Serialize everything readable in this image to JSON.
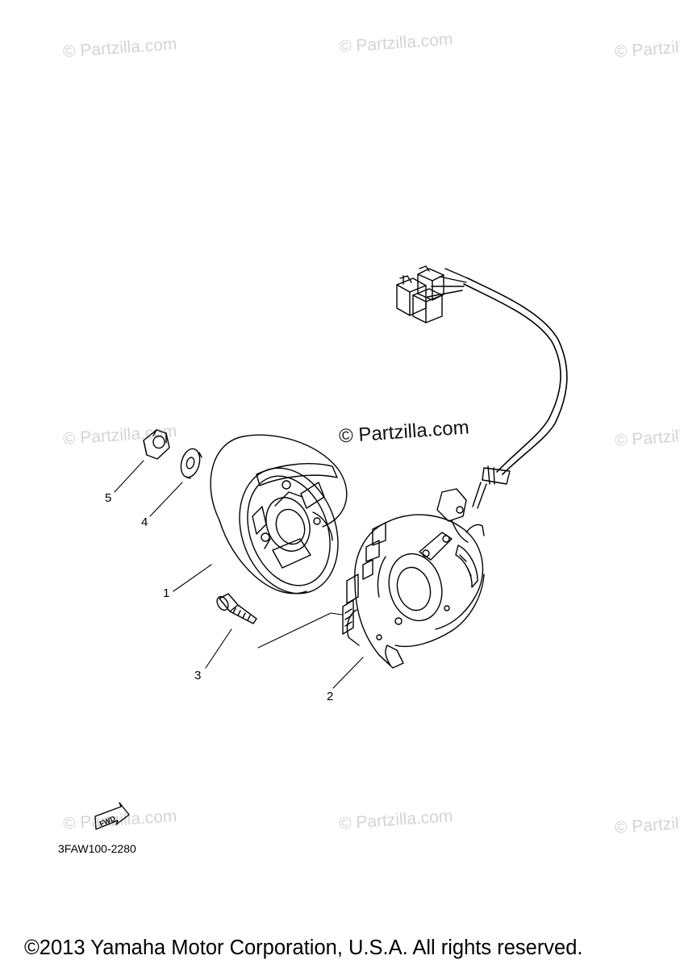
{
  "diagram": {
    "watermark_text": "© Partzilla.com",
    "main_watermark_text": "© Partzilla.com",
    "callouts": [
      "1",
      "2",
      "3",
      "4",
      "5"
    ],
    "fwd_label": "FWD",
    "reference_code": "3FAW100-2280",
    "copyright": "©2013 Yamaha Motor Corporation, U.S.A. All rights reserved.",
    "parts": [
      {
        "number": "1",
        "part": "rotor-flywheel"
      },
      {
        "number": "2",
        "part": "stator-assembly"
      },
      {
        "number": "3",
        "part": "screw"
      },
      {
        "number": "4",
        "part": "washer"
      },
      {
        "number": "5",
        "part": "nut"
      }
    ]
  }
}
